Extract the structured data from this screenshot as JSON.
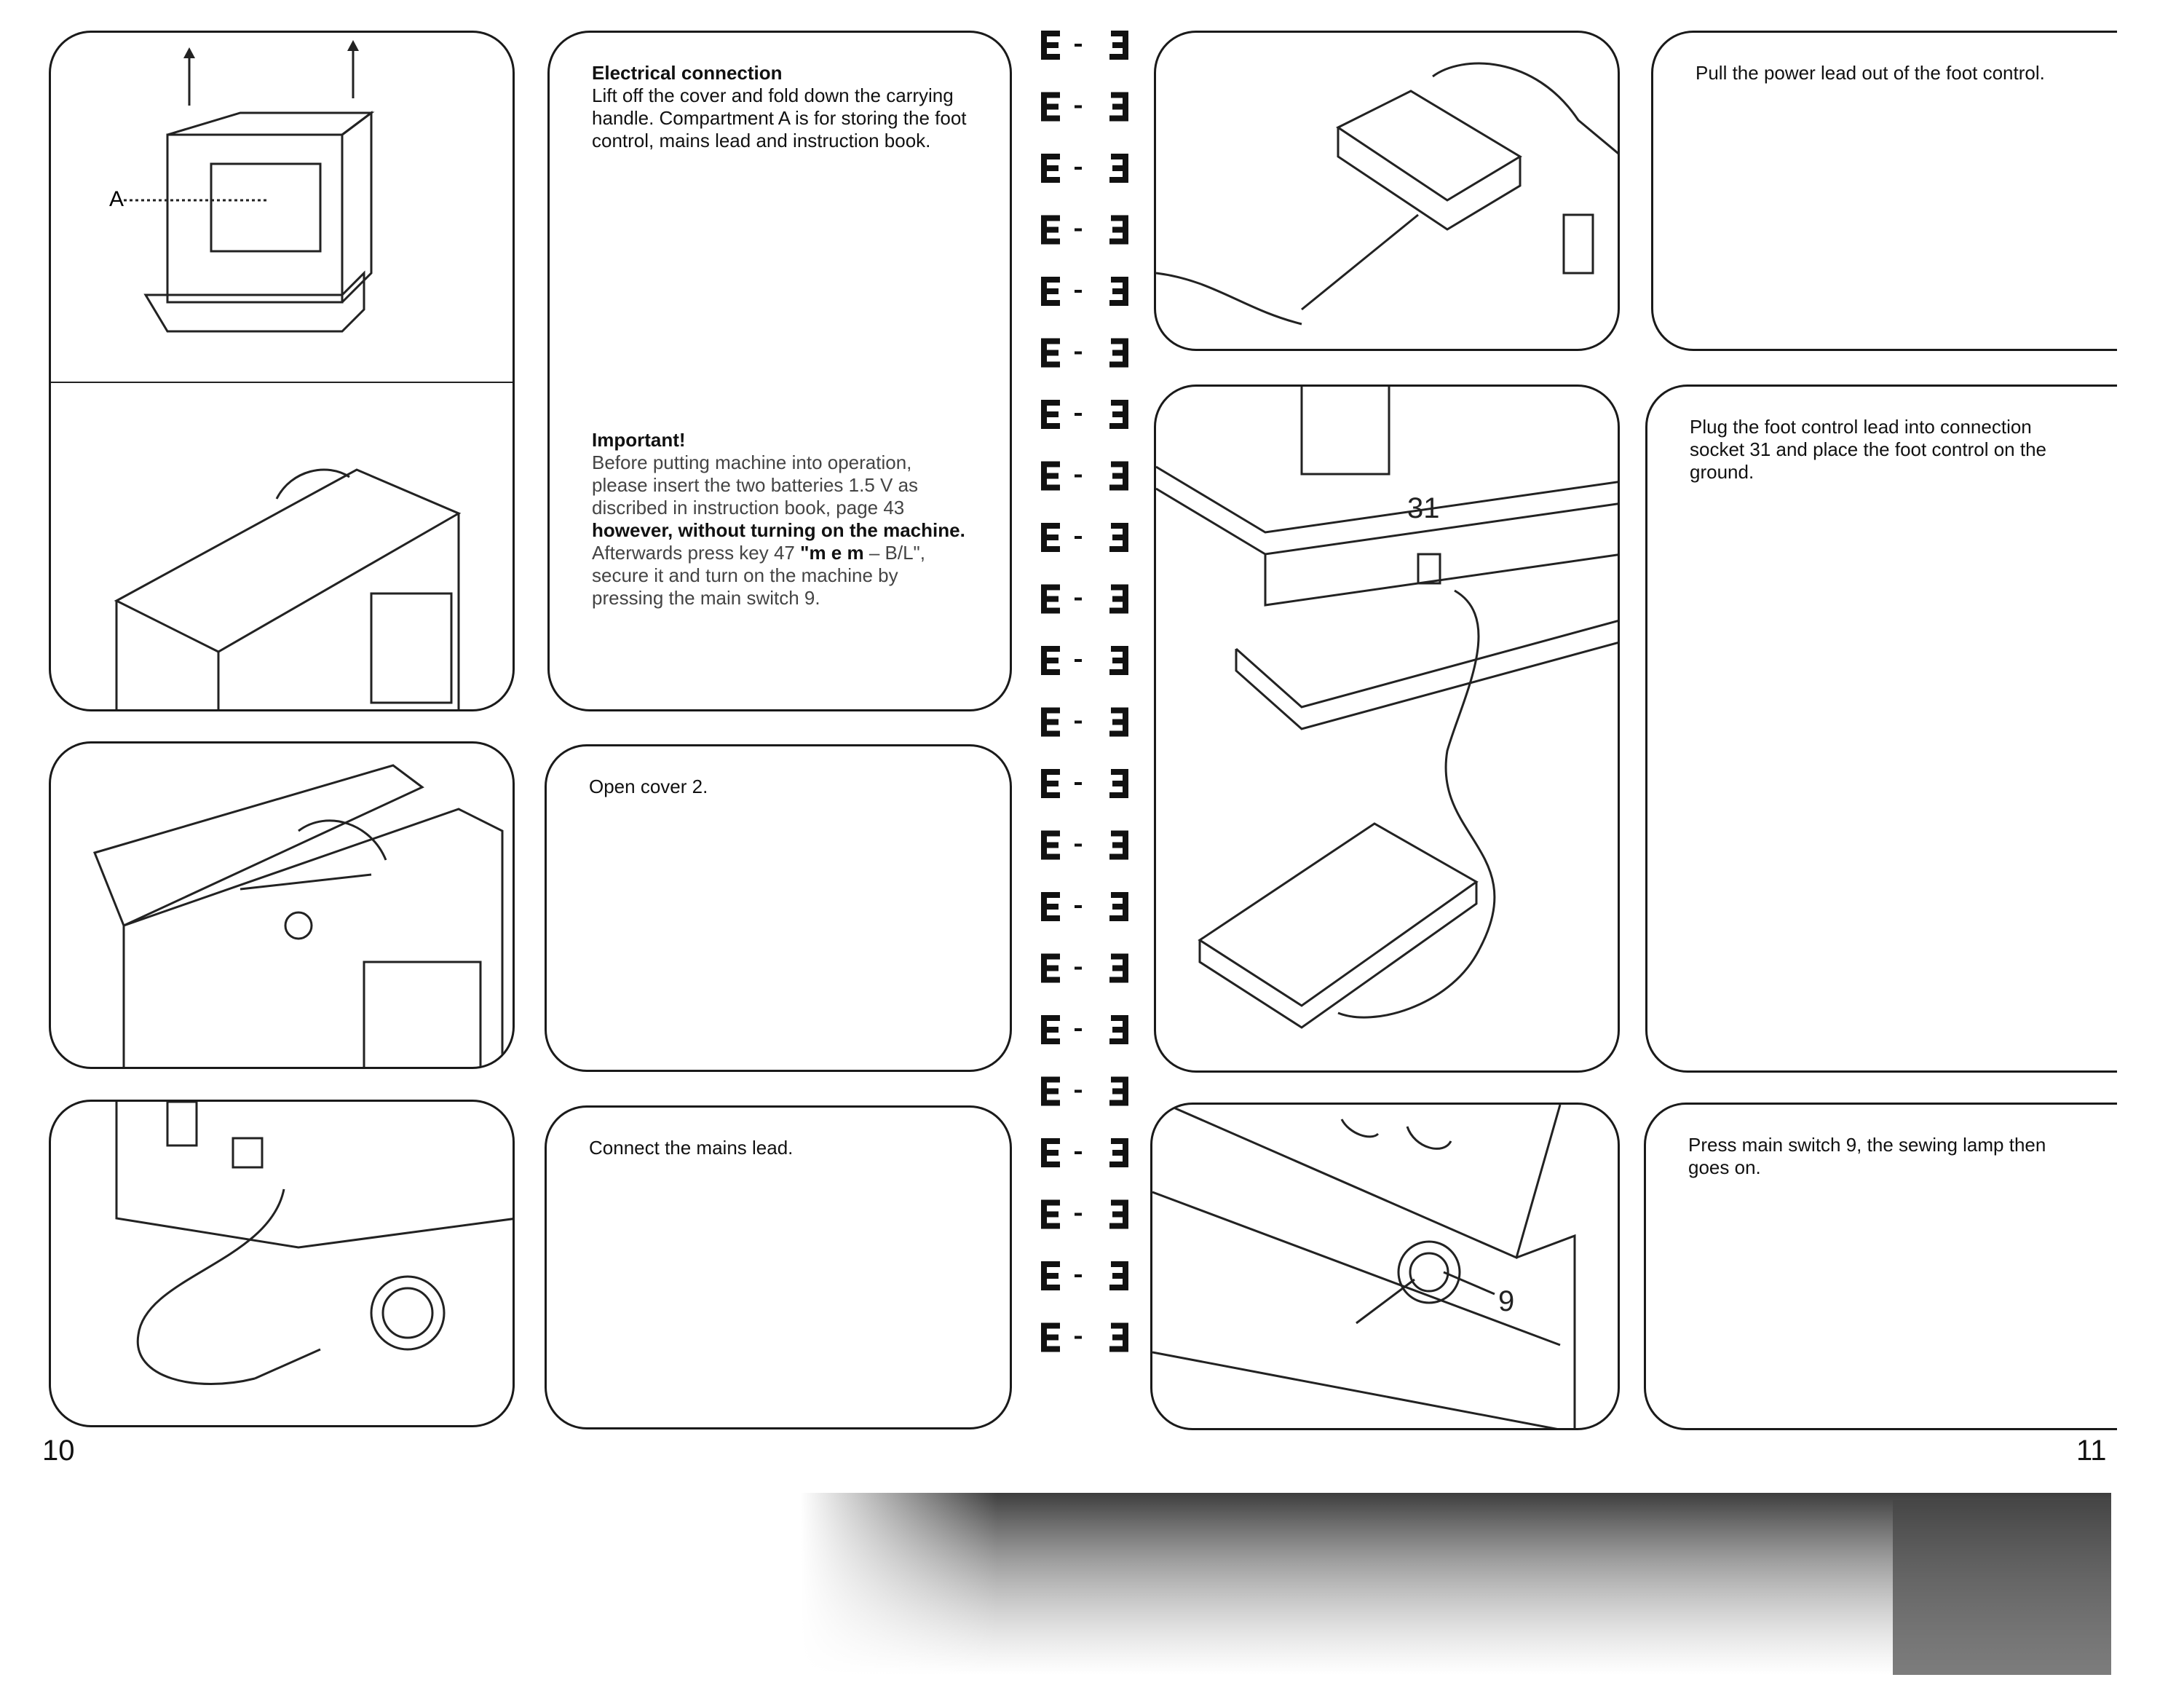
{
  "left_page": {
    "electrical": {
      "heading": "Electrical connection",
      "body": "Lift off the cover and fold down the carrying handle. Compartment A is for storing the foot control, mains lead and instruction book."
    },
    "important": {
      "heading": "Important!",
      "line1": "Before putting machine into operation, please insert the two batteries 1.5 V as discribed in instruction book, page 43",
      "bold1": "however, without turning on the machine.",
      "line2": " Afterwards press key 47 ",
      "bold2": "\"m e m",
      "line3": " – B/L\", secure it and turn on the machine by pressing the main switch 9."
    },
    "open_cover": "Open cover 2.",
    "connect_mains": "Connect the mains lead.",
    "label_a": "A",
    "page_number": "10"
  },
  "right_page": {
    "pull_lead": "Pull the power lead out of the foot control.",
    "plug_foot": "Plug the foot control lead into connection socket 31 and place the foot control on the ground.",
    "press_switch": "Press main switch 9, the sewing lamp then goes on.",
    "label_31": "31",
    "label_9": "9",
    "page_number": "11"
  }
}
